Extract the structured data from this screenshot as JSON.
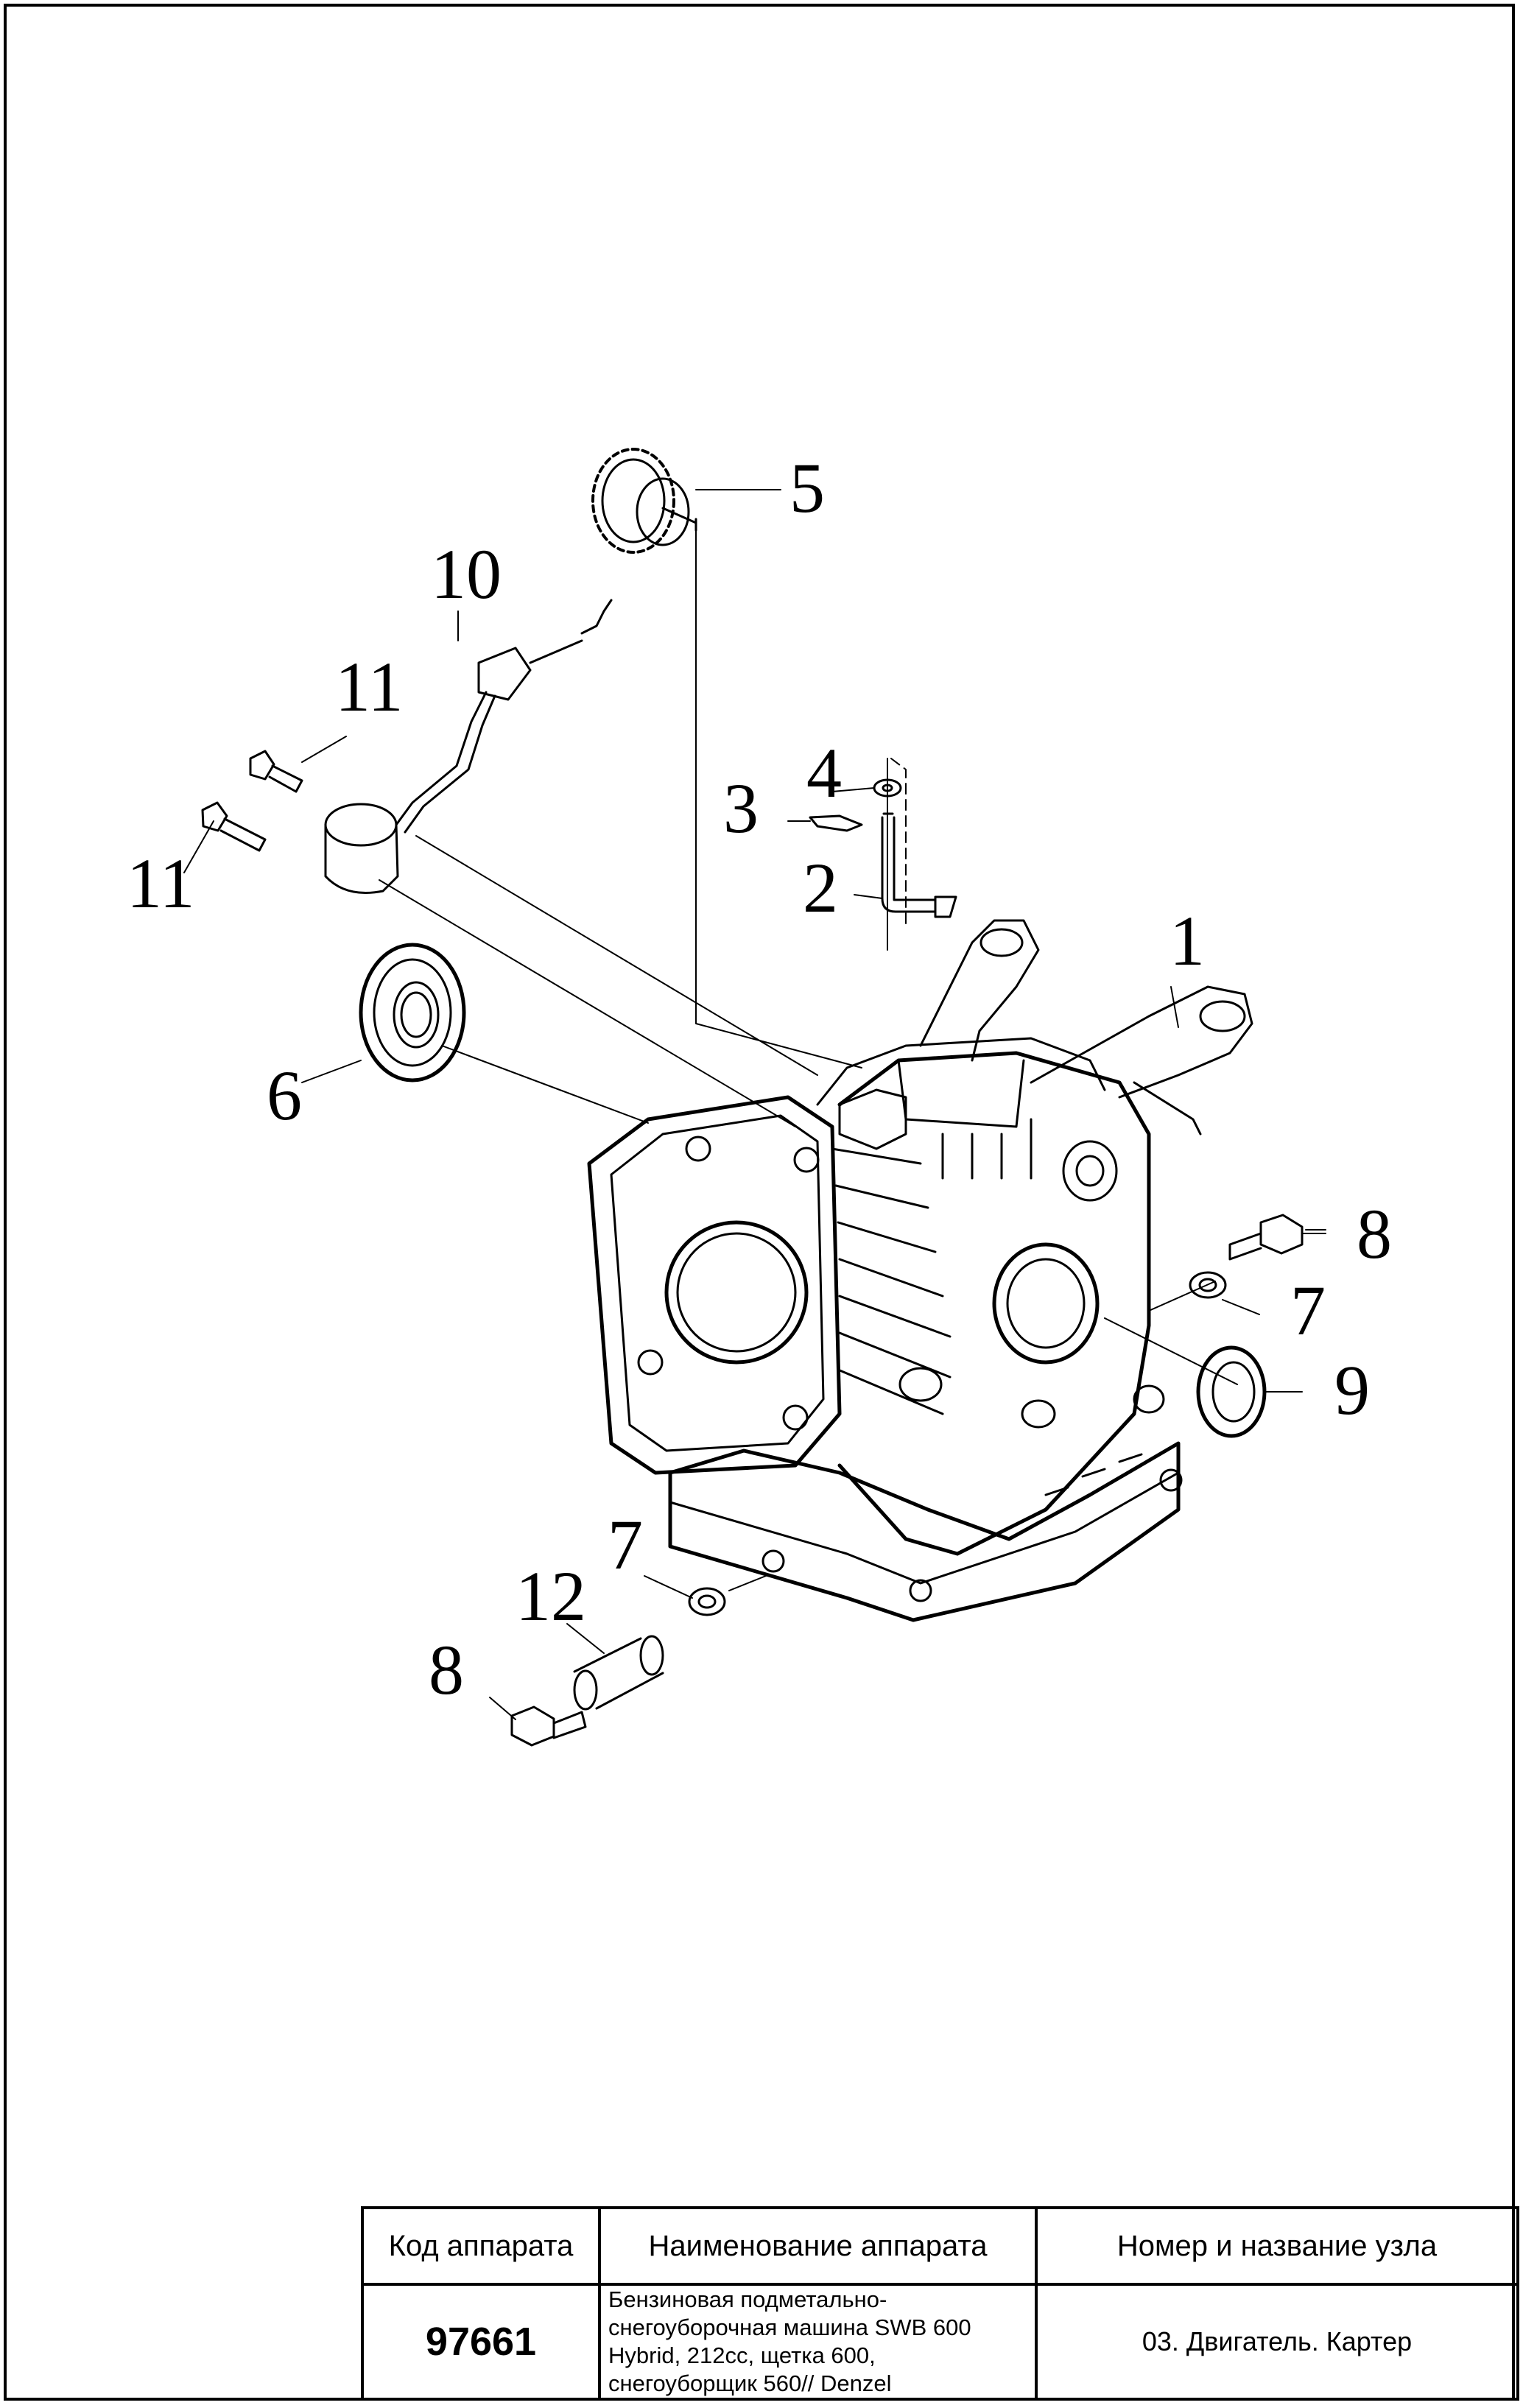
{
  "callouts": {
    "c1": "1",
    "c2": "2",
    "c3": "3",
    "c4": "4",
    "c5": "5",
    "c6": "6",
    "c7a": "7",
    "c7b": "7",
    "c8a": "8",
    "c8b": "8",
    "c9": "9",
    "c10": "10",
    "c11a": "11",
    "c11b": "11",
    "c12": "12"
  },
  "title_block": {
    "header_code": "Код аппарата",
    "header_name": "Наименование аппарата",
    "header_node": "Номер и название узла",
    "code": "97661",
    "name_lines": [
      "Бензиновая подметально-",
      "снегоуборочная машина SWB 600",
      "Hybrid, 212cc, щетка 600,",
      "снегоуборщик 560// Denzel"
    ],
    "node": "03. Двигатель. Картер"
  }
}
